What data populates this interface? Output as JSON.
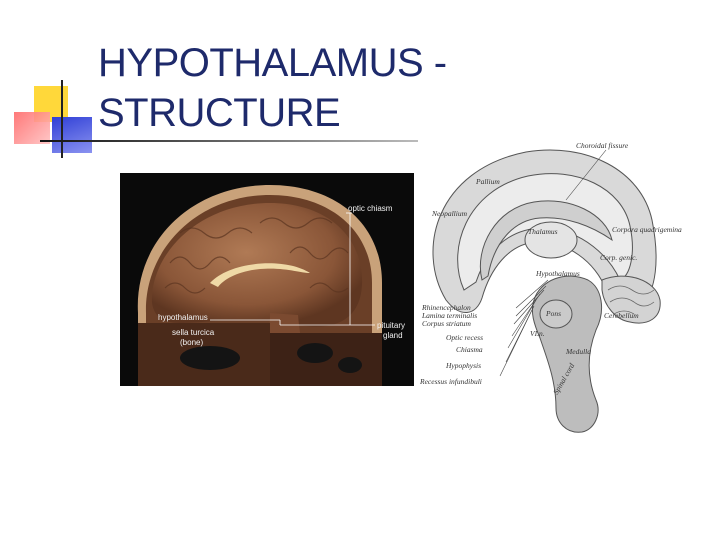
{
  "slide": {
    "title_line1": "HYPOTHALAMUS -",
    "title_line2": "STRUCTURE"
  },
  "photo_labels": {
    "optic_chiasm": "optic chiasm",
    "hypothalamus": "hypothalamus",
    "sella_turcica": "sella turcica",
    "bone": "(bone)",
    "pituitary": "pituitary",
    "gland": "gland"
  },
  "drawing_labels": {
    "choroidal_fissure": "Choroidal fissure",
    "thalamus": "Thalamus",
    "rhinencephalon": "Rhinencephalon",
    "lamina_terminalis": "Lamina terminalis",
    "corpus_striatum": "Corpus striatum",
    "optic_recess": "Optic recess",
    "chiasma": "Chiasma",
    "hypophysis": "Hypophysis",
    "recessus_infundibuli": "Recessus infundibuli",
    "pons": "Pons",
    "cerebellum": "Cerebellum",
    "medulla": "Medulla",
    "spinal_cord": "Spinal cord",
    "vi_n": "VI.n.",
    "hypothalamus": "Hypothalamus",
    "pallium": "Pallium",
    "neopallium": "Neopallium",
    "corpora_quadrigemina": "Corpora quadrigemina",
    "corpus_geniculatum": "Corp. genic."
  },
  "colors": {
    "title": "#1e2a6b",
    "accent_yellow": "#ffd83a",
    "accent_red": "#ff6a6a",
    "accent_blue": "#2f3fd6"
  }
}
